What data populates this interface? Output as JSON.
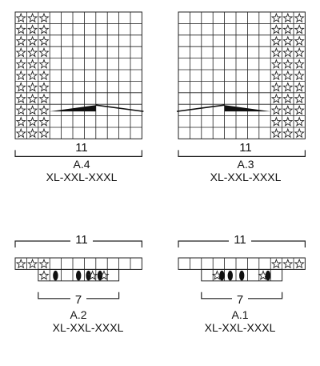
{
  "charts": [
    {
      "id": "A.4",
      "name": "A.4",
      "sizes": "XL-XXL-XXXL",
      "count": "11",
      "cols": 11,
      "rows": 11,
      "star_cols": [
        0,
        1,
        2
      ],
      "star_rows": "all",
      "wedge": "left-to-right"
    },
    {
      "id": "A.3",
      "name": "A.3",
      "sizes": "XL-XXL-XXXL",
      "count": "11",
      "cols": 11,
      "rows": 11,
      "star_cols": [
        8,
        9,
        10
      ],
      "star_rows": "all",
      "wedge": "right-to-left"
    },
    {
      "id": "A.2",
      "name": "A.2",
      "sizes": "XL-XXL-XXXL",
      "count_top": "11",
      "count_bottom": "7",
      "top_row": {
        "cols": 11,
        "star_cols": [
          0,
          1,
          2
        ]
      },
      "bottom_row": {
        "cols": 7,
        "symbols": [
          "star",
          "oval",
          "empty",
          "oval",
          "oval-star",
          "oval-star",
          "empty"
        ]
      }
    },
    {
      "id": "A.1",
      "name": "A.1",
      "sizes": "XL-XXL-XXXL",
      "count_top": "11",
      "count_bottom": "7",
      "top_row": {
        "cols": 11,
        "star_cols": [
          8,
          9,
          10
        ]
      },
      "bottom_row": {
        "cols": 7,
        "symbols": [
          "empty",
          "star-oval",
          "oval",
          "oval",
          "empty",
          "star-oval",
          "empty"
        ]
      }
    }
  ],
  "symbol_legend": {
    "star": "star-icon",
    "oval": "oval-icon",
    "wedge": "triangle-wedge"
  },
  "colors": {
    "grid": "#222222",
    "fill": "#111111"
  }
}
